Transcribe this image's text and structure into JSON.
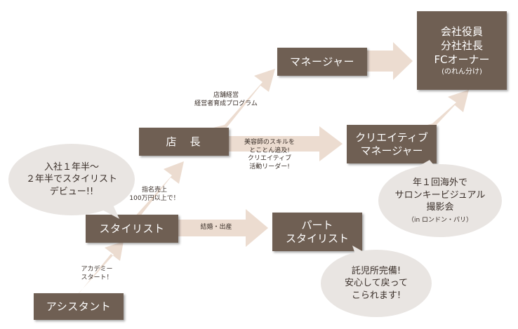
{
  "boxes": {
    "assistant": "アシスタント",
    "stylist": "スタイリスト",
    "store_manager": "店　長",
    "manager": "マネージャー",
    "creative_manager": "クリエイティブ\nマネージャー",
    "part_stylist": "パート\nスタイリスト",
    "executive": "会社役員\n分社社長\nFCオーナー",
    "executive_sub": "(のれん分け)"
  },
  "notes": {
    "academy_start": "アカデミー\nスタート！",
    "nomination": "指名売上\n100万円以上で！",
    "marriage_birth": "結婚・出産",
    "store_management": "店舗経営\n経営者育成プログラム",
    "beauty_skills": "美容師のスキルを\nとことん追及!\nクリエイティブ\n活動リーダー!"
  },
  "bubbles": {
    "debut": "入社１年半～\n２年半でスタイリスト\nデビュー!!",
    "overseas": "年１回海外で\nサロンキービジュアル\n撮影会",
    "overseas_sub": "（in ロンドン・パリ）",
    "childcare": "託児所完備!\n安心して戻って\nこられます!"
  },
  "colors": {
    "box": "#6f5f53",
    "arrow": "#ecdcd0",
    "bubble": "#e9e5e2",
    "text_dark": "#3a2f29"
  }
}
